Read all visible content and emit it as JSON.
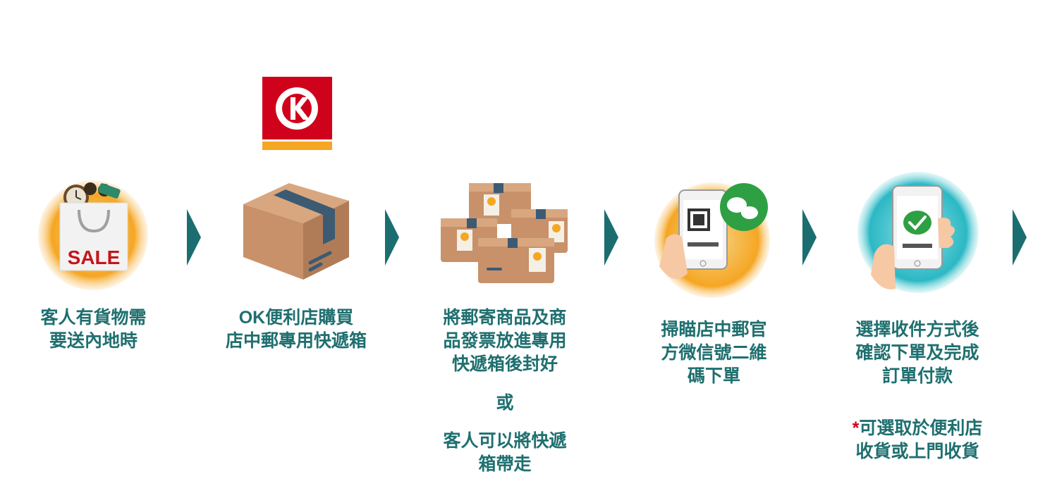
{
  "logo": {
    "name": "Circle K",
    "letter": "K",
    "colors": {
      "red": "#d0021b",
      "orange": "#f5a623"
    }
  },
  "colors": {
    "text": "#1f6f6f",
    "arrow": "#1a6e70",
    "circle_orange": "#f5a623",
    "circle_teal": "#2bb8c4",
    "box": "#c8916a",
    "tape": "#3d5a73",
    "star": "#d0021b"
  },
  "steps": [
    {
      "icon": "shopping-bag-icon",
      "bag_text": "SALE",
      "label": "客人有貨物需\n要送內地時"
    },
    {
      "icon": "parcel-box-icon",
      "label": "OK便利店購買\n店中郵專用快遞箱"
    },
    {
      "icon": "stacked-boxes-icon",
      "label": "將郵寄商品及商\n品發票放進專用\n快遞箱後封好",
      "or": "或",
      "alt": "客人可以將快遞\n箱帶走"
    },
    {
      "icon": "wechat-qr-phone-icon",
      "label": "掃瞄店中郵官\n方微信號二維\n碼下單"
    },
    {
      "icon": "payment-phone-icon",
      "label": "選擇收件方式後\n確認下單及完成\n訂單付款",
      "note_star": "*",
      "note": "可選取於便利店\n收貨或上門收貨"
    }
  ]
}
